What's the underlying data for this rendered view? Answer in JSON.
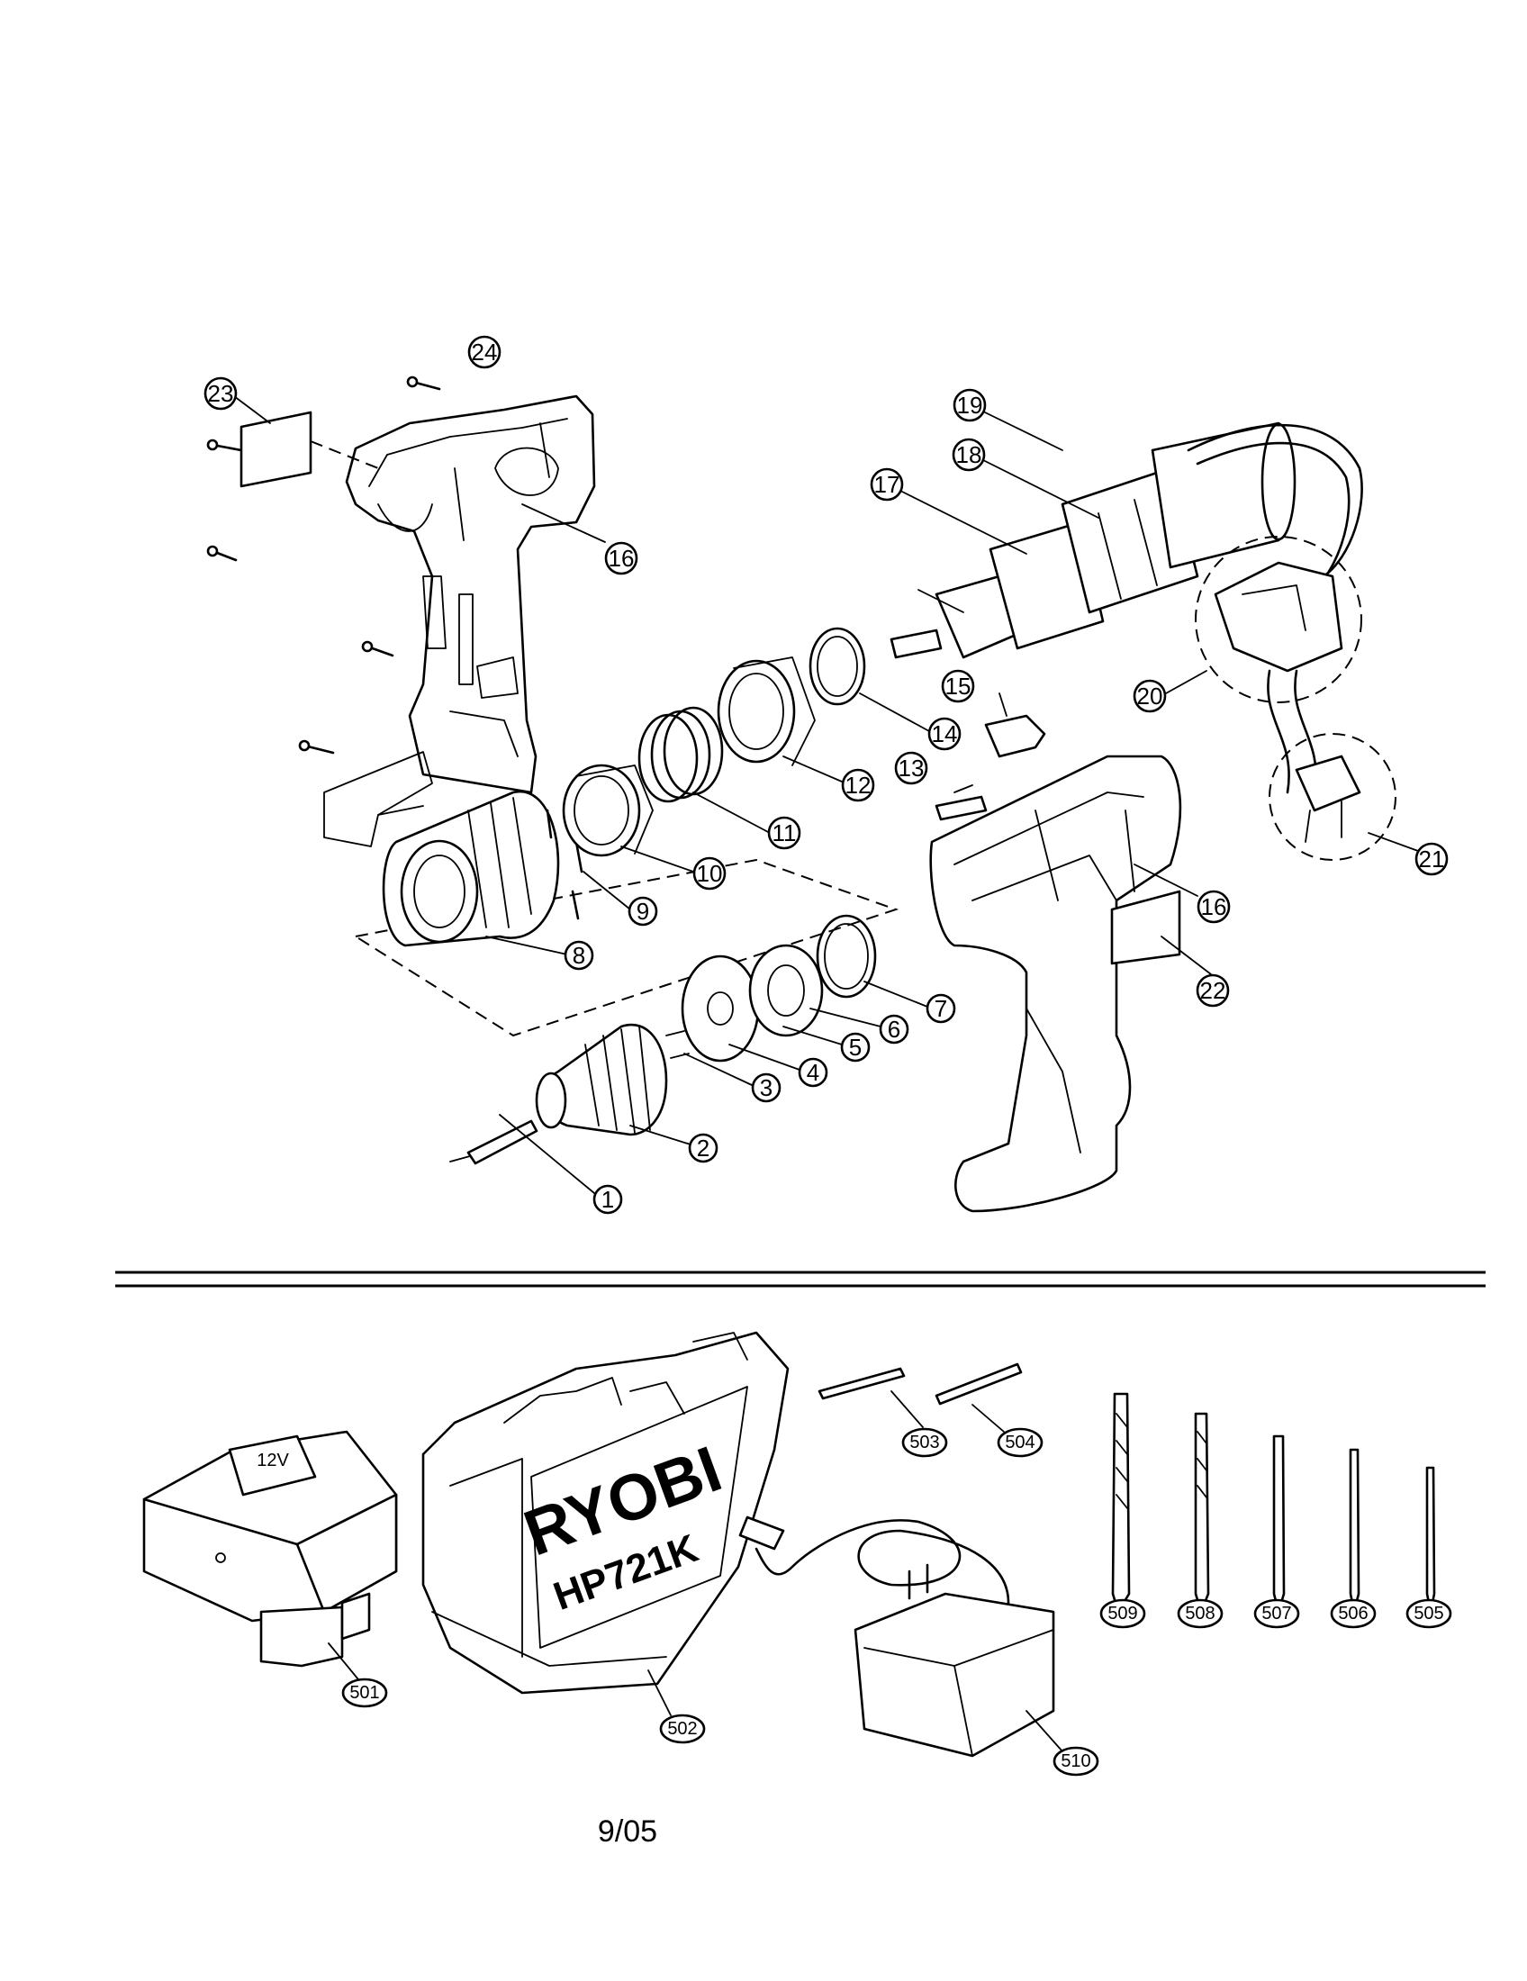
{
  "parts_diagram": {
    "upper_callouts": [
      "1",
      "2",
      "3",
      "4",
      "5",
      "6",
      "7",
      "8",
      "9",
      "10",
      "11",
      "12",
      "13",
      "14",
      "15",
      "16",
      "16",
      "17",
      "18",
      "19",
      "20",
      "21",
      "22",
      "23",
      "24"
    ],
    "lower_callouts": [
      "501",
      "502",
      "503",
      "504",
      "505",
      "506",
      "507",
      "508",
      "509",
      "510"
    ],
    "case_brand": "RYOBI",
    "case_model": "HP721K",
    "battery_label": "12V"
  },
  "footer": {
    "date": "9/05"
  }
}
